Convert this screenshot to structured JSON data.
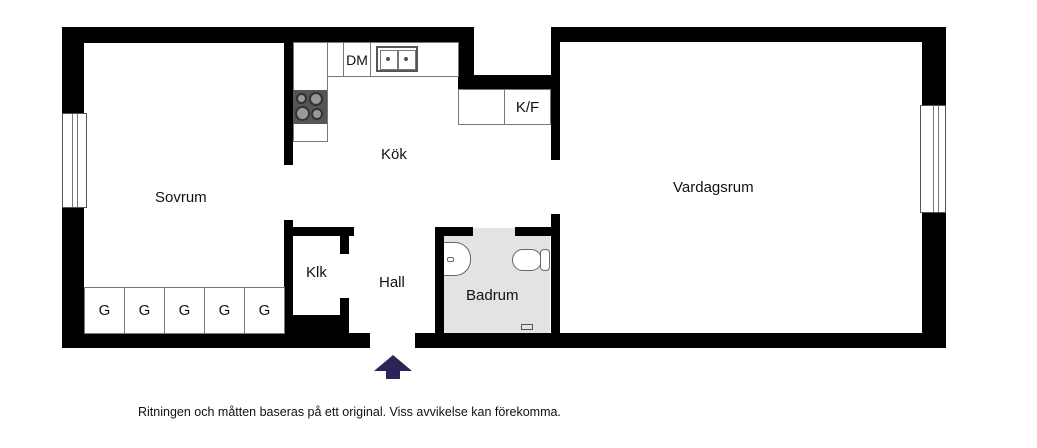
{
  "floor_plan": {
    "rooms": [
      {
        "id": "sovrum",
        "label": "Sovrum"
      },
      {
        "id": "kok",
        "label": "Kök"
      },
      {
        "id": "vardagsrum",
        "label": "Vardagsrum"
      },
      {
        "id": "klk",
        "label": "Klk"
      },
      {
        "id": "hall",
        "label": "Hall"
      },
      {
        "id": "badrum",
        "label": "Badrum"
      }
    ],
    "appliances": {
      "dishwasher": "DM",
      "fridge_freezer": "K/F"
    },
    "wardrobes": [
      "G",
      "G",
      "G",
      "G",
      "G"
    ],
    "entrance_arrow_color": "#2e2356",
    "wall_color": "#000000",
    "bathroom_floor_color": "#e3e3e3"
  },
  "caption": "Ritningen och måtten baseras på ett original. Viss avvikelse kan förekomma."
}
